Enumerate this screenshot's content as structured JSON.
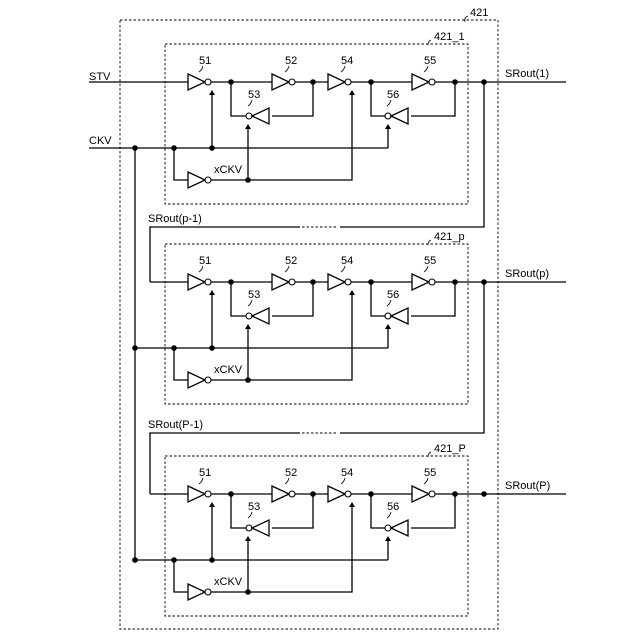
{
  "diagram": {
    "outer_label": "421",
    "signals": {
      "stv": "STV",
      "ckv": "CKV"
    },
    "stages": [
      {
        "label": "421_1",
        "in_label": "",
        "out_label": "SRout(1)",
        "xckv_label": "xCKV",
        "gates": [
          "51",
          "52",
          "53",
          "54",
          "55",
          "56"
        ]
      },
      {
        "label": "421_p",
        "in_label": "SRout(p-1)",
        "out_label": "SRout(p)",
        "xckv_label": "xCKV",
        "gates": [
          "51",
          "52",
          "53",
          "54",
          "55",
          "56"
        ]
      },
      {
        "label": "421_P",
        "in_label": "SRout(P-1)",
        "out_label": "SRout(P)",
        "xckv_label": "xCKV",
        "gates": [
          "51",
          "52",
          "53",
          "54",
          "55",
          "56"
        ]
      }
    ]
  }
}
